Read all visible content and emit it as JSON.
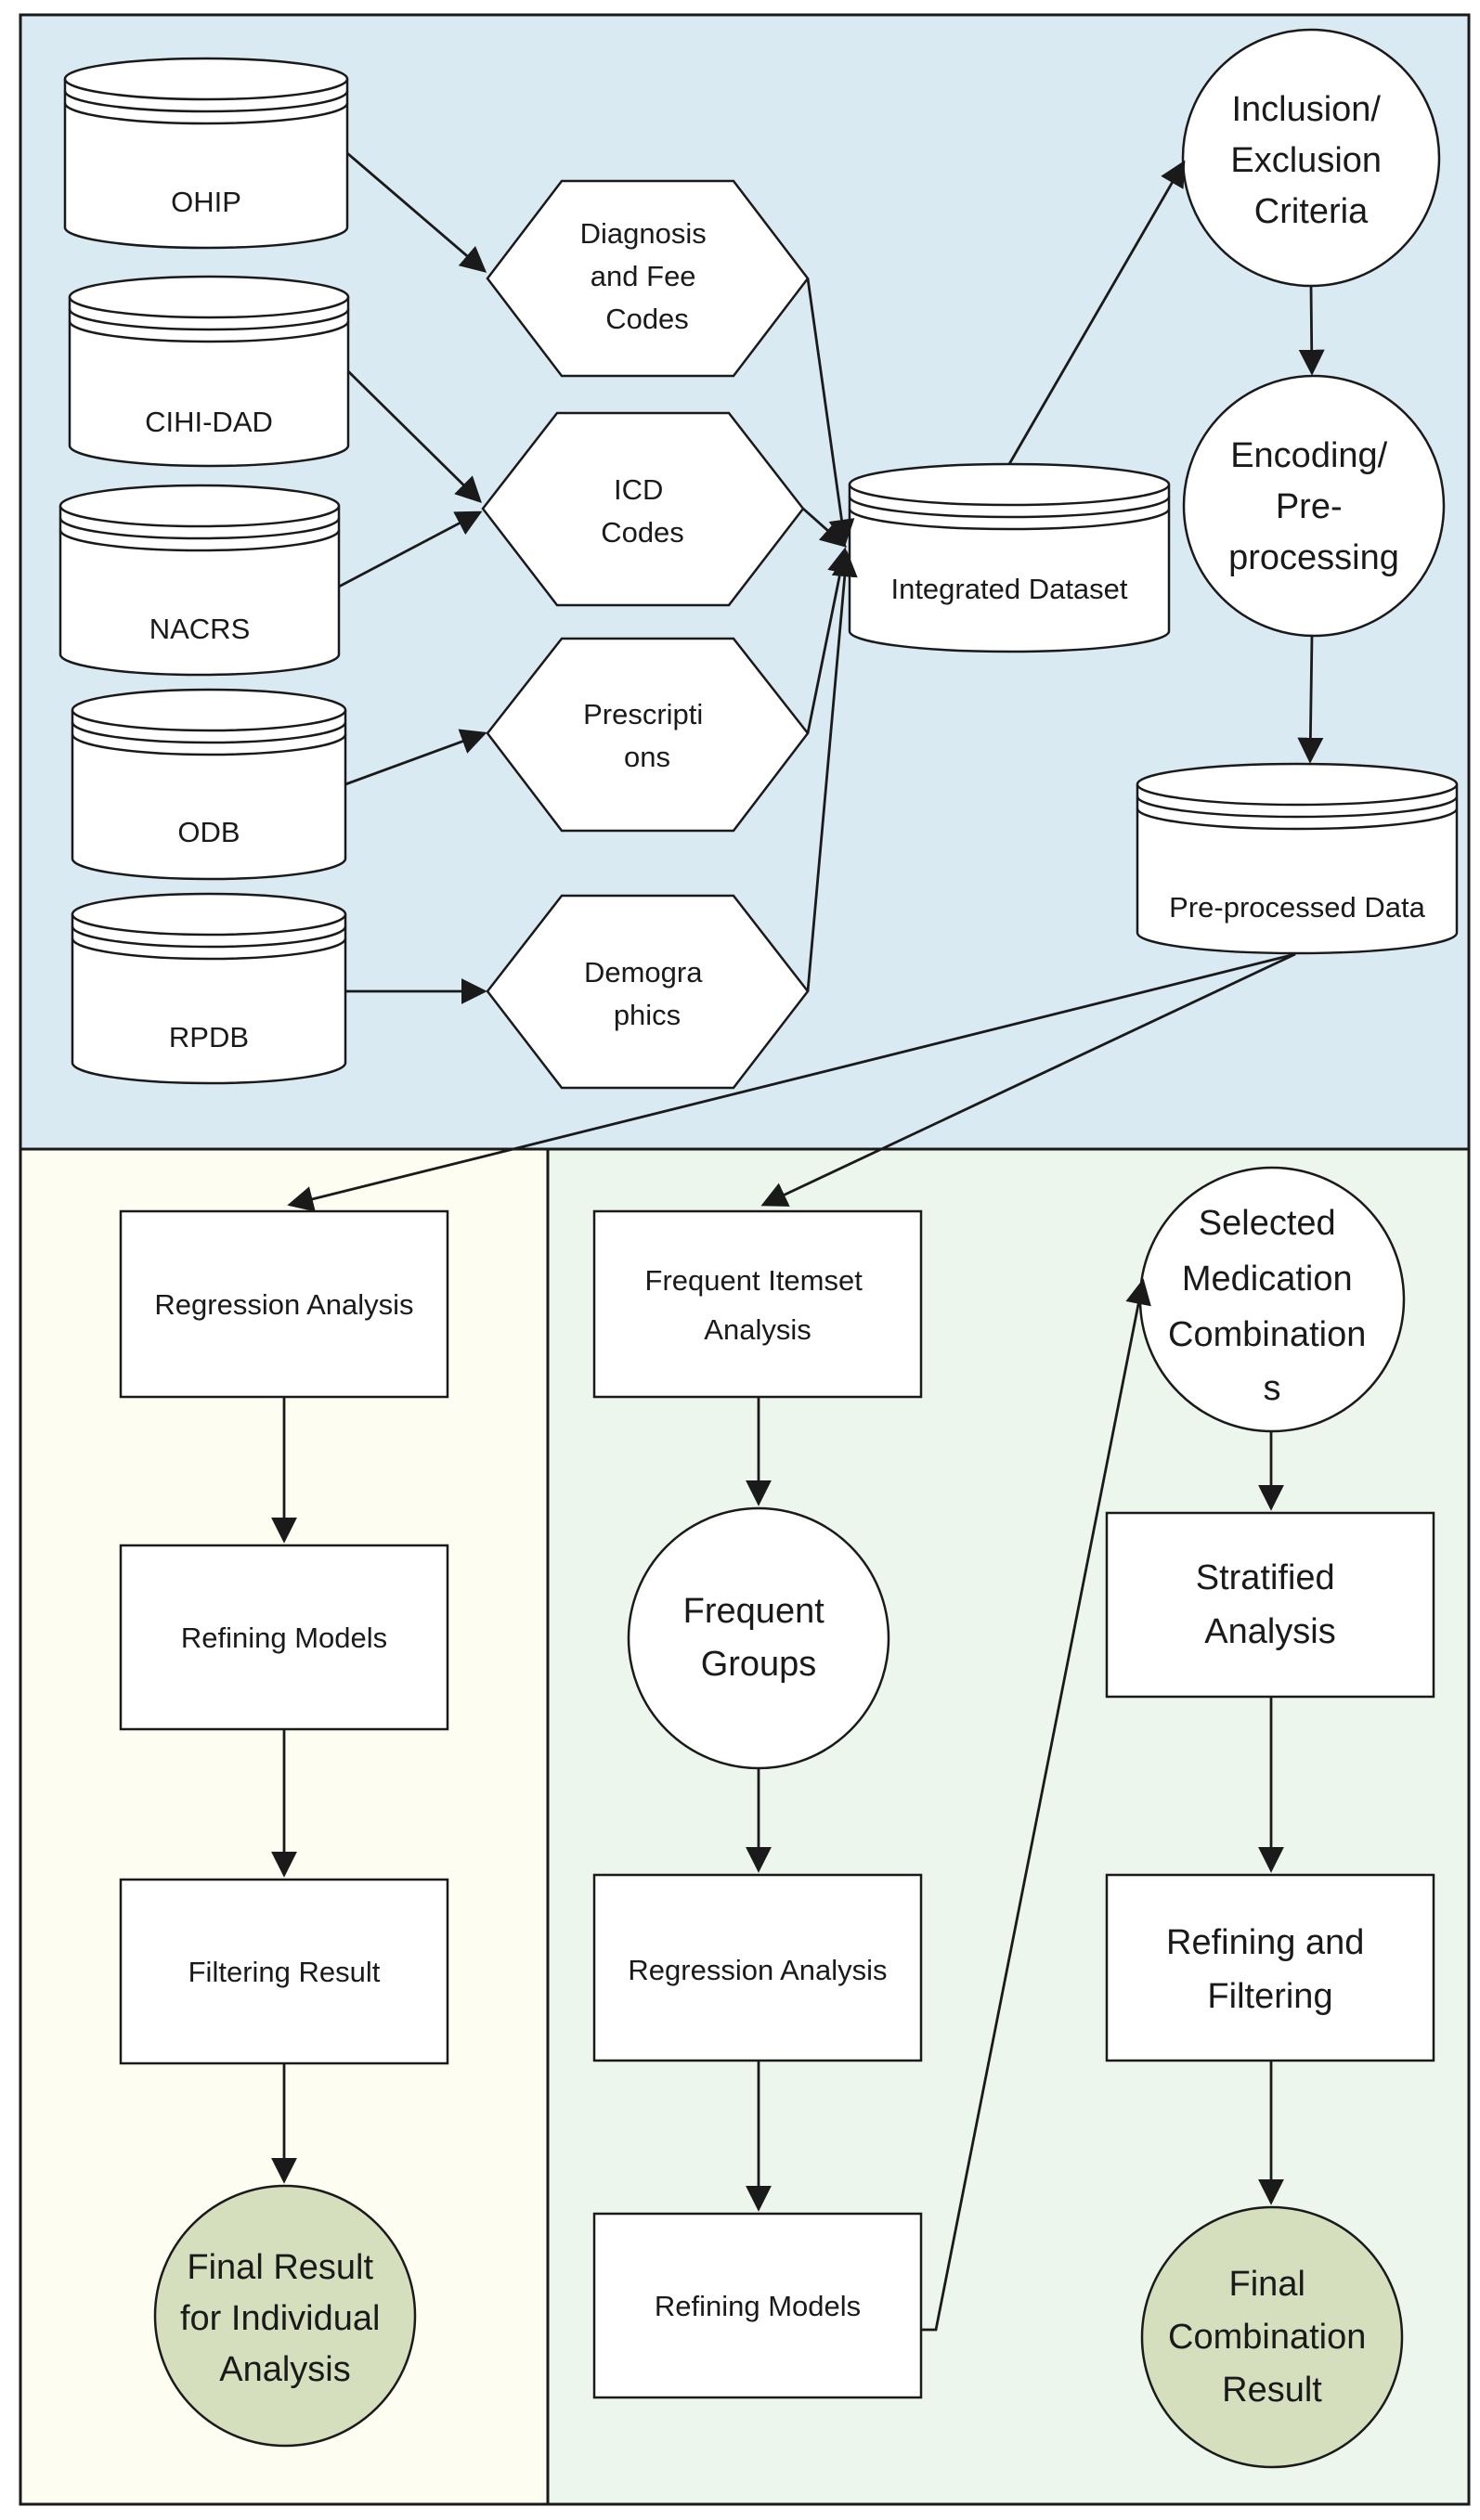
{
  "colors": {
    "top_panel": "#daeaf2",
    "left_panel": "#fdfdf2",
    "right_panel": "#ecf6ec",
    "final_node": "#d5dfbd",
    "stroke": "#1a1a1a"
  },
  "sources": {
    "ohip": "OHIP",
    "cihi_dad": "CIHI-DAD",
    "nacrs": "NACRS",
    "odb": "ODB",
    "rpdb": "RPDB"
  },
  "categories": {
    "diagnosis": [
      "Diagnosis",
      "and Fee",
      "Codes"
    ],
    "icd": [
      "ICD",
      "Codes"
    ],
    "prescriptions": [
      "Prescripti",
      "ons"
    ],
    "demographics": [
      "Demogra",
      "phics"
    ]
  },
  "integrated_dataset": "Integrated Dataset",
  "inclusion_criteria": [
    "Inclusion/",
    "Exclusion",
    "Criteria"
  ],
  "encoding": [
    "Encoding/",
    "Pre-",
    "processing"
  ],
  "preprocessed_data": "Pre-processed Data",
  "individual": {
    "regression": "Regression Analysis",
    "refining": "Refining Models",
    "filtering": "Filtering Result",
    "final": [
      "Final Result",
      "for Individual",
      "Analysis"
    ]
  },
  "combination": {
    "frequent_itemset": [
      "Frequent Itemset",
      "Analysis"
    ],
    "frequent_groups": [
      "Frequent",
      "Groups"
    ],
    "regression": "Regression Analysis",
    "refining": "Refining Models",
    "selected": [
      "Selected",
      "Medication",
      "Combination",
      "s"
    ],
    "stratified": [
      "Stratified",
      "Analysis"
    ],
    "refining_filtering": [
      "Refining and",
      "Filtering"
    ],
    "final": [
      "Final",
      "Combination",
      "Result"
    ]
  }
}
